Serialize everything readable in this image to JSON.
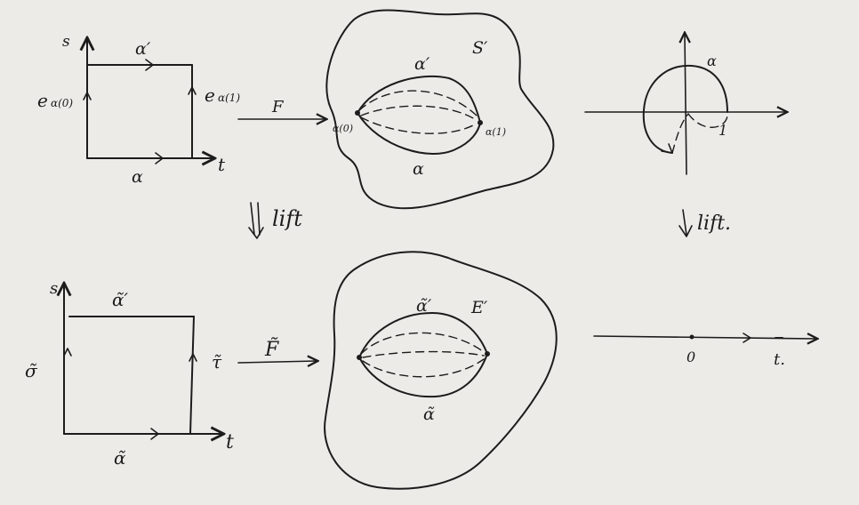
{
  "background": "#ecebe8",
  "ink": "#1c1c1c",
  "top_square": {
    "s_axis": "s",
    "t_axis": "t",
    "top_edge": "α′",
    "bottom_edge": "α",
    "left_edge": "e",
    "left_edge_sub": "α(0)",
    "right_edge": "e",
    "right_edge_sub": "α(1)"
  },
  "map_F": "F",
  "top_blob": {
    "space": "S′",
    "upper_arc": "α′",
    "lower_arc": "α",
    "start_point": "α(0)",
    "end_point": "α(1)"
  },
  "circle": {
    "curve": "α",
    "point": "1"
  },
  "lift_middle": "lift",
  "lift_right": "lift.",
  "bottom_square": {
    "s_axis": "s",
    "t_axis": "t",
    "top_edge": "α̃′",
    "bottom_edge": "α̃",
    "left_edge": "σ̃",
    "right_edge": "τ̃"
  },
  "map_F_tilde": "F̃",
  "bottom_blob": {
    "space": "E′",
    "upper_arc": "α̃′",
    "lower_arc": "α̃"
  },
  "line": {
    "origin": "0",
    "point": "t."
  }
}
